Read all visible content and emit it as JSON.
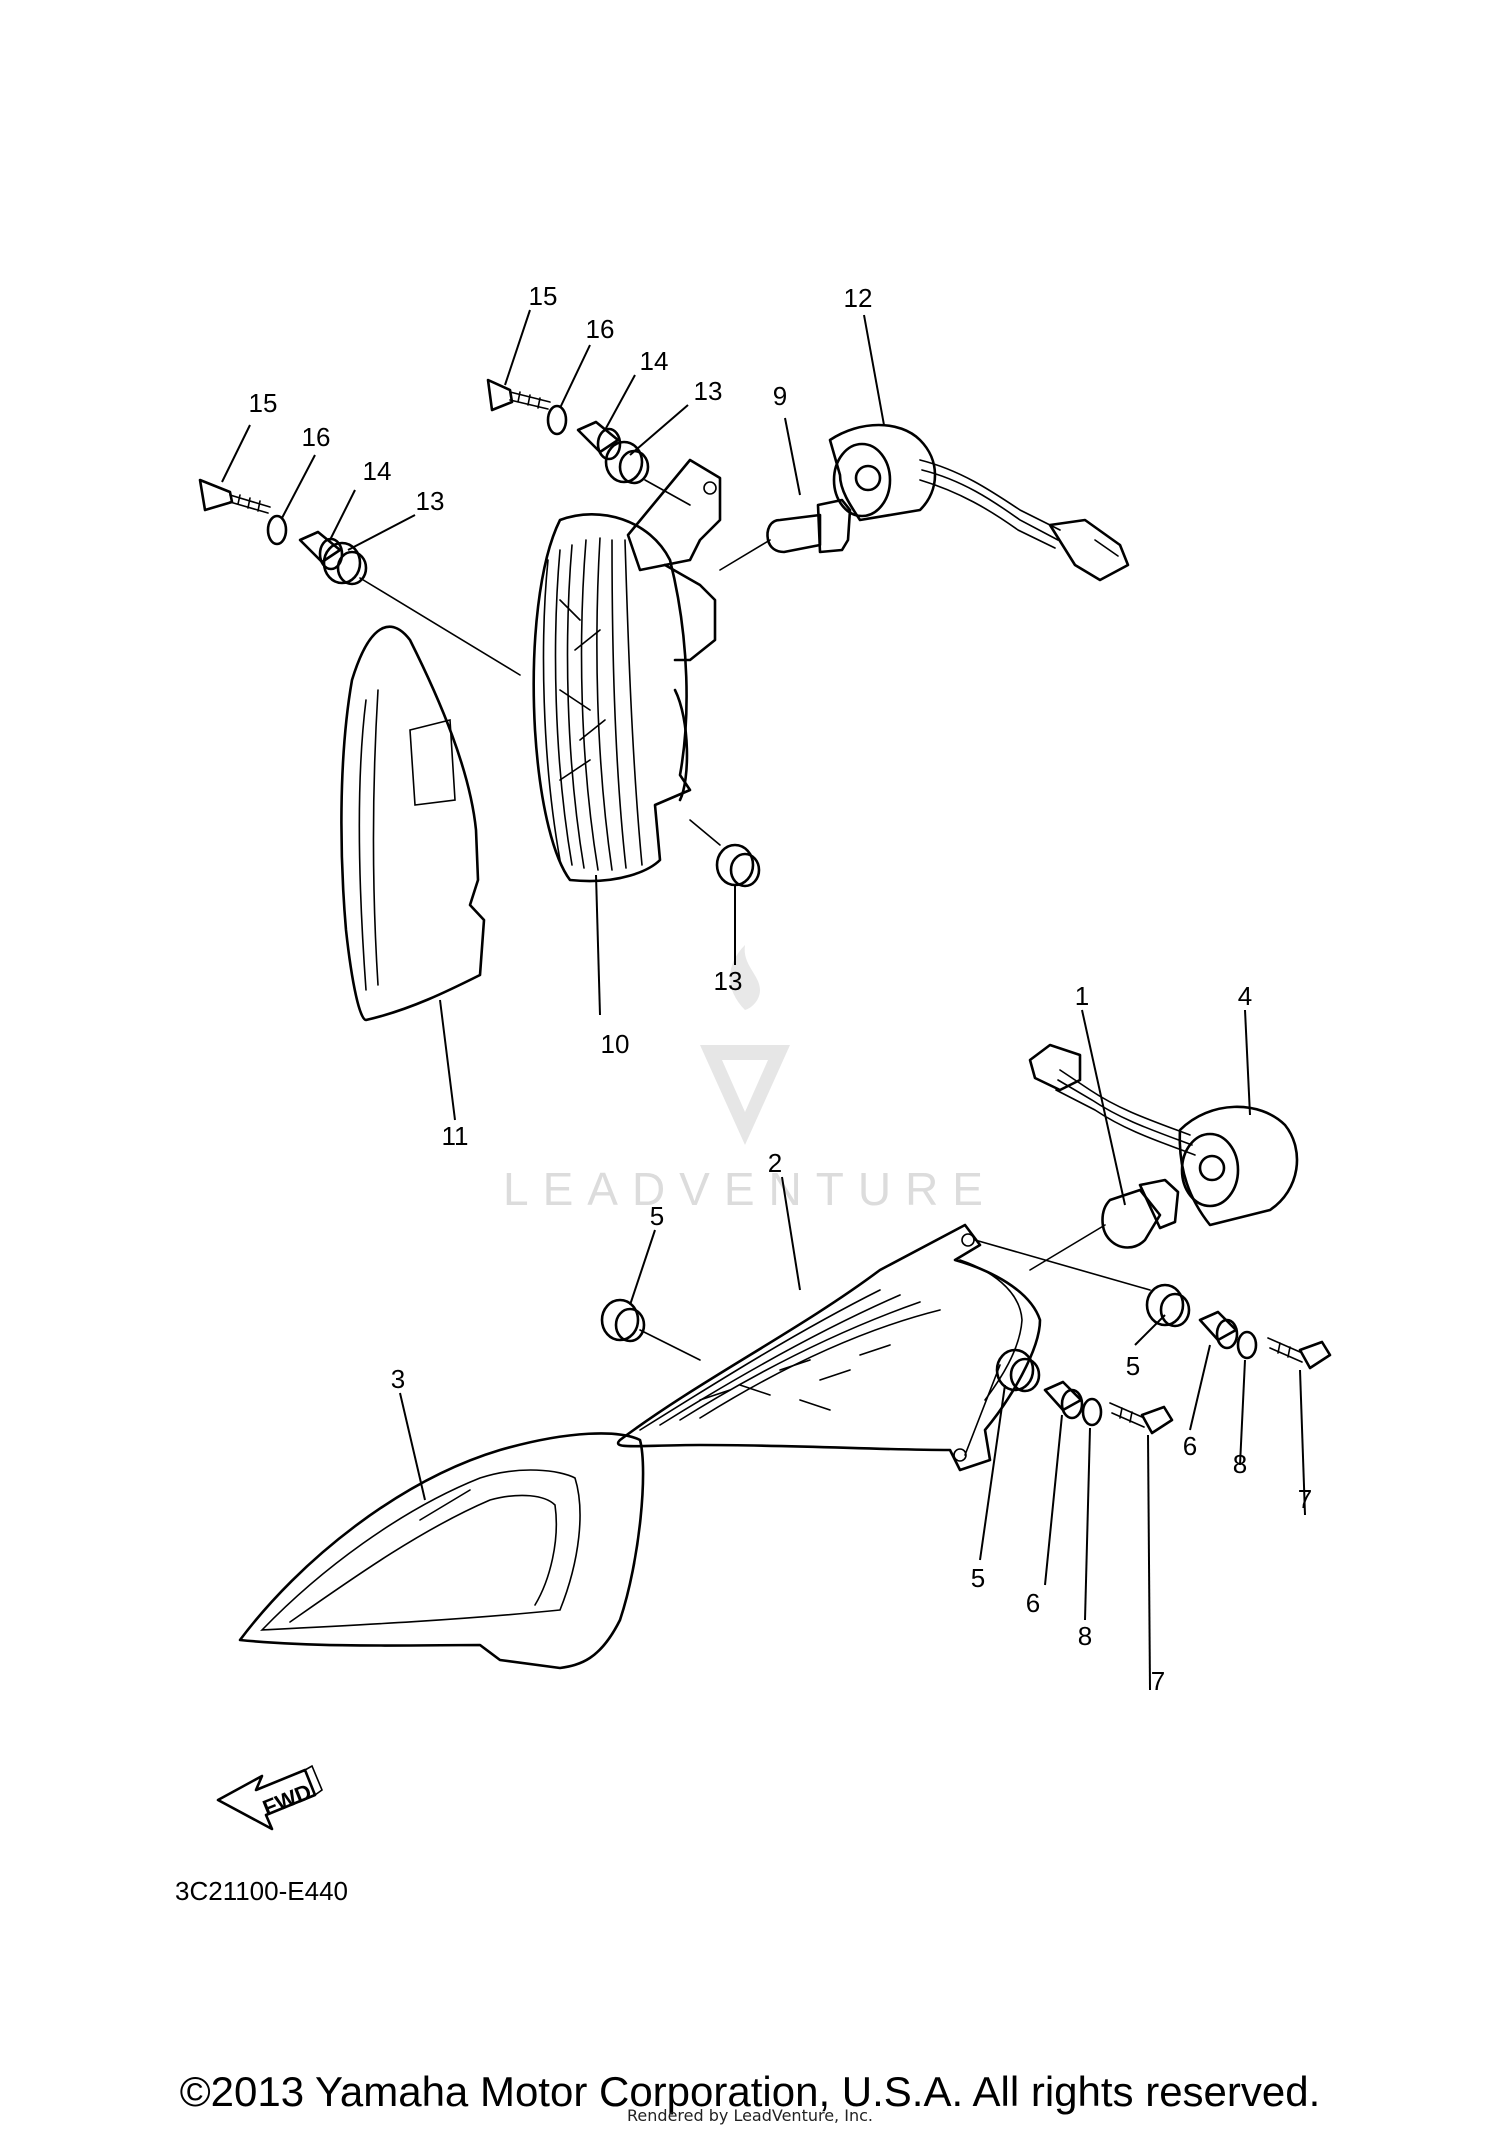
{
  "callouts": {
    "c1": "1",
    "c2": "2",
    "c3": "3",
    "c4": "4",
    "c5a": "5",
    "c5b": "5",
    "c5c": "5",
    "c6a": "6",
    "c6b": "6",
    "c7a": "7",
    "c7b": "7",
    "c8a": "8",
    "c8b": "8",
    "c9": "9",
    "c10": "10",
    "c11": "11",
    "c12": "12",
    "c13a": "13",
    "c13b": "13",
    "c13c": "13",
    "c14a": "14",
    "c14b": "14",
    "c15a": "15",
    "c15b": "15",
    "c16a": "16",
    "c16b": "16"
  },
  "fwd_label": "FWD",
  "diagram_code": "3C21100-E440",
  "watermark_text": "LEADVENTURE",
  "copyright": "©2013 Yamaha Motor Corporation, U.S.A. All rights reserved.",
  "rendered_by": "Rendered by LeadVenture, Inc."
}
